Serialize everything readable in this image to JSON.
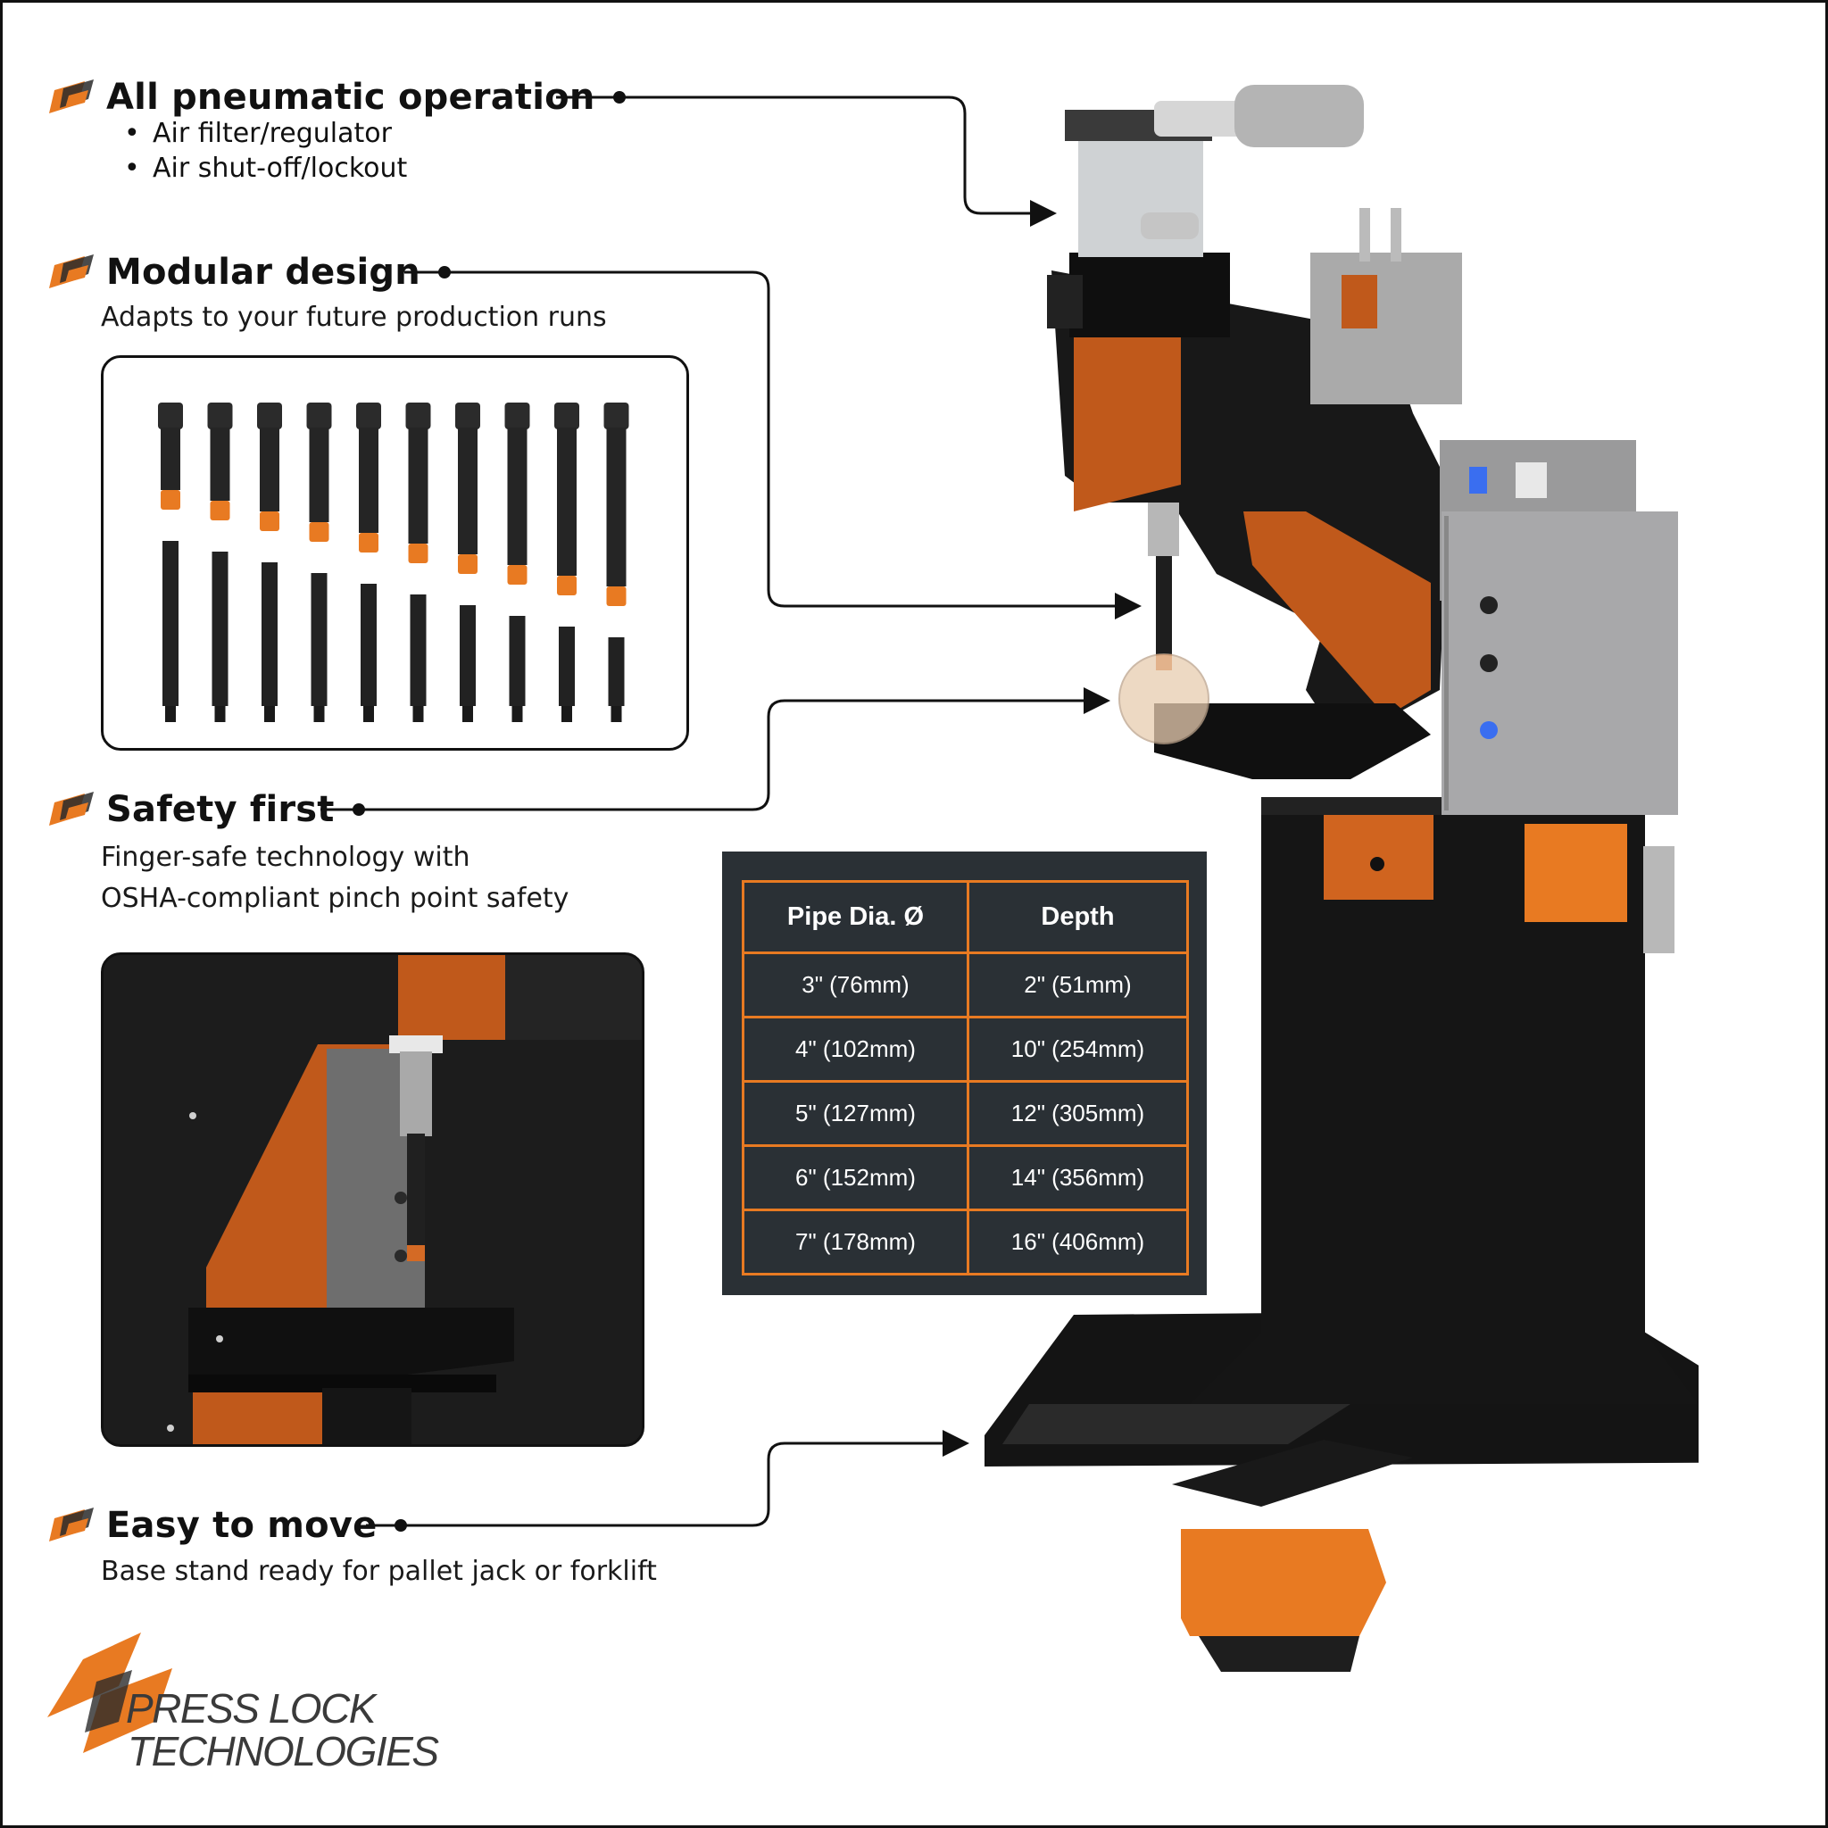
{
  "features": [
    {
      "title": "All pneumatic operation",
      "bullets": [
        "Air filter/regulator",
        "Air shut-off/lockout"
      ]
    },
    {
      "title": "Modular design",
      "description": "Adapts to your future production runs"
    },
    {
      "title": "Safety first",
      "description_lines": [
        "Finger-safe technology with",
        "OSHA-compliant pinch point safety"
      ]
    },
    {
      "title": "Easy to move",
      "description": "Base stand ready for pallet jack or forklift"
    }
  ],
  "spec_table": {
    "headers": [
      "Pipe Dia. Ø",
      "Depth"
    ],
    "rows": [
      [
        "3\" (76mm)",
        "2\" (51mm)"
      ],
      [
        "4\" (102mm)",
        "10\" (254mm)"
      ],
      [
        "5\" (127mm)",
        "12\" (305mm)"
      ],
      [
        "6\" (152mm)",
        "14\" (356mm)"
      ],
      [
        "7\" (178mm)",
        "16\" (406mm)"
      ]
    ]
  },
  "logo": {
    "line1": "PRESS LOCK",
    "line2": "TECHNOLOGIES"
  },
  "colors": {
    "accent": "#e87a22",
    "dark": "#1b1b1b",
    "table_bg": "#2a3035",
    "steel": "#a8a8aa"
  }
}
